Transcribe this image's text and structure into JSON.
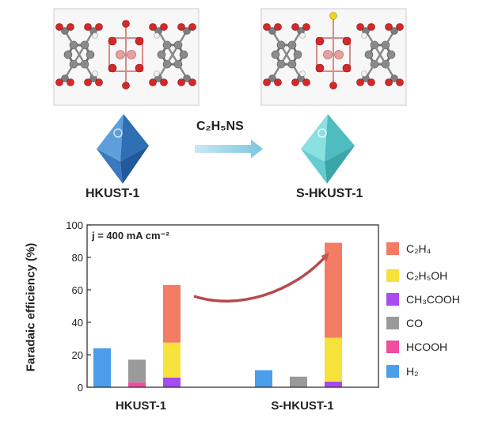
{
  "illustration": {
    "left_material": "HKUST-1",
    "right_material": "S-HKUST-1",
    "reagent": "C₂H₅NS",
    "colors": {
      "left_crystal": "#3d7fc4",
      "right_crystal": "#5cc9cc",
      "arrow": "#9ad3e6"
    }
  },
  "chart_data": {
    "type": "bar",
    "stacked": true,
    "categories": [
      "HKUST-1",
      "S-HKUST-1"
    ],
    "ylabel": "Faradaic efficiency (%)",
    "ylim": [
      0,
      100
    ],
    "yticks": [
      0,
      20,
      40,
      60,
      80,
      100
    ],
    "annotation": "j = 400 mA cm⁻²",
    "grid": false,
    "legend_position": "right",
    "series": [
      {
        "name": "C₂H₄",
        "color": "#f47c65",
        "values": [
          35.5,
          58.5
        ]
      },
      {
        "name": "C₂H₅OH",
        "color": "#f6e23a",
        "values": [
          21.5,
          27
        ]
      },
      {
        "name": "CH₃COOH",
        "color": "#a64cf0",
        "values": [
          6,
          3.5
        ]
      },
      {
        "name": "CO",
        "color": "#9a9a9a",
        "values": [
          14,
          6.5
        ]
      },
      {
        "name": "HCOOH",
        "color": "#ef4d9e",
        "values": [
          3,
          0
        ]
      },
      {
        "name": "H₂",
        "color": "#4a9eea",
        "values": [
          24,
          10.5
        ]
      }
    ]
  }
}
